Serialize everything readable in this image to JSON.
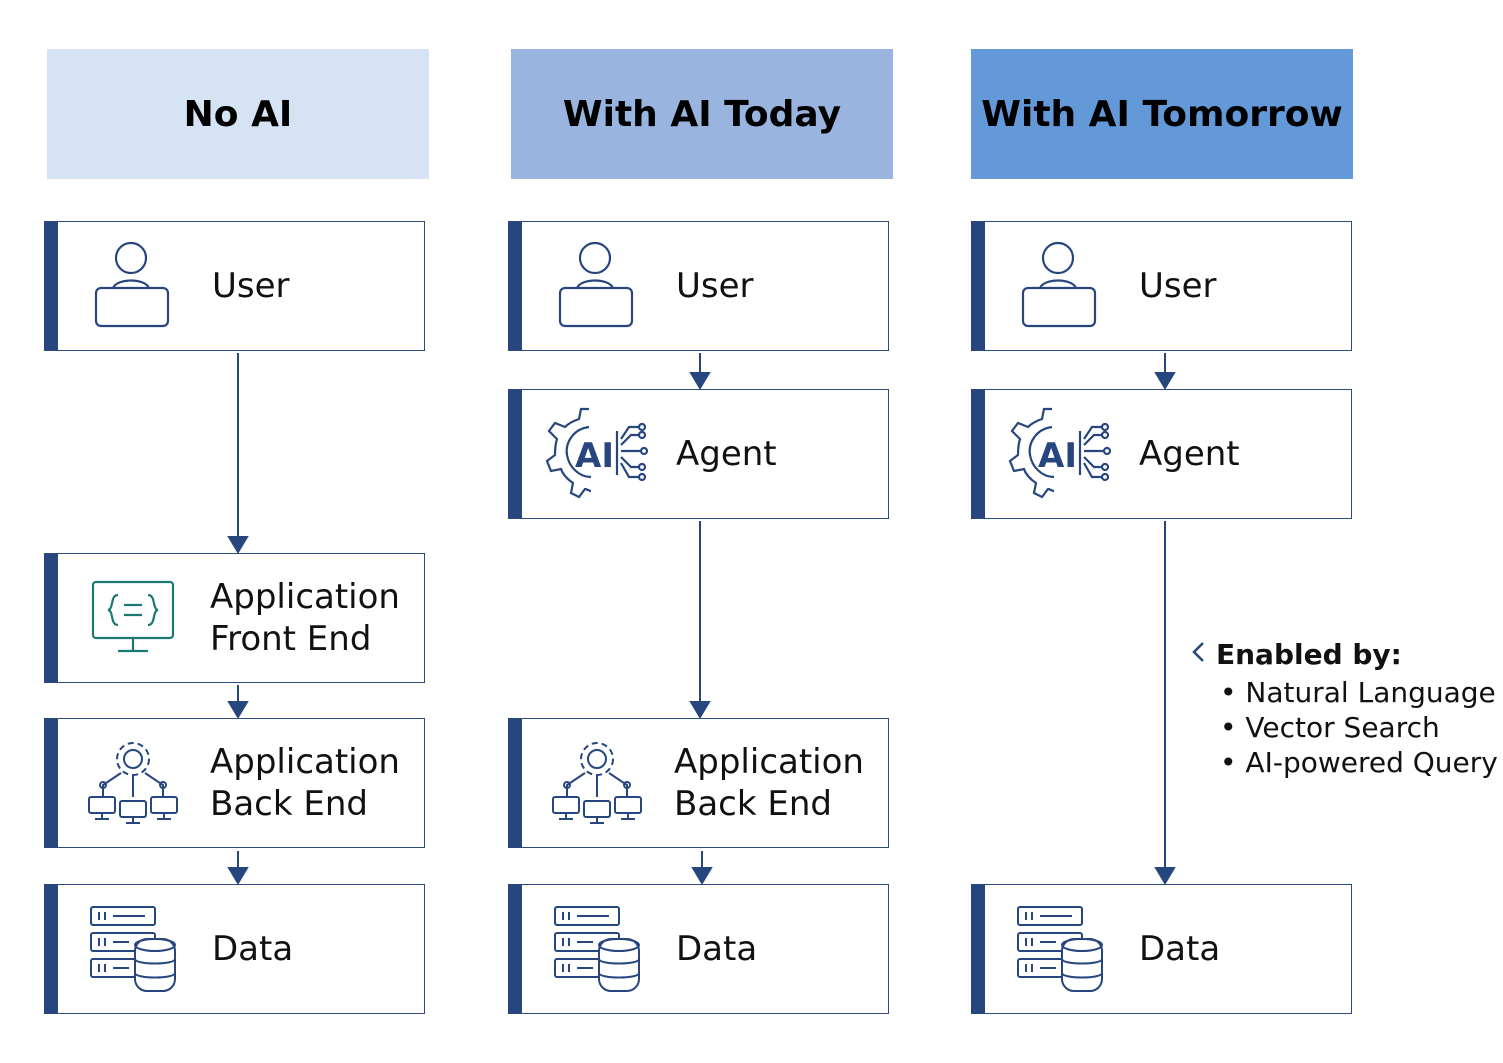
{
  "columns": [
    {
      "header": "No AI",
      "boxes": [
        {
          "label": "User",
          "icon": "user-laptop-icon"
        },
        {
          "label": "Application\nFront End",
          "icon": "code-monitor-icon"
        },
        {
          "label": "Application\nBack End",
          "icon": "gear-network-icon"
        },
        {
          "label": "Data",
          "icon": "database-server-icon"
        }
      ]
    },
    {
      "header": "With AI Today",
      "boxes": [
        {
          "label": "User",
          "icon": "user-laptop-icon"
        },
        {
          "label": "Agent",
          "icon": "ai-gear-icon"
        },
        {
          "label": "Application\nBack End",
          "icon": "gear-network-icon"
        },
        {
          "label": "Data",
          "icon": "database-server-icon"
        }
      ]
    },
    {
      "header": "With AI Tomorrow",
      "boxes": [
        {
          "label": "User",
          "icon": "user-laptop-icon"
        },
        {
          "label": "Agent",
          "icon": "ai-gear-icon"
        },
        {
          "label": "Data",
          "icon": "database-server-icon"
        }
      ]
    }
  ],
  "enabled_by": {
    "title": "Enabled by:",
    "items": [
      "Natural Language",
      "Vector Search",
      "AI-powered Query"
    ]
  },
  "colors": {
    "accent": "#27467e",
    "header_light": "#d6e3f4",
    "header_mid": "#99b4de",
    "header_dark": "#6499d9",
    "teal_icon": "#1a7a72"
  }
}
